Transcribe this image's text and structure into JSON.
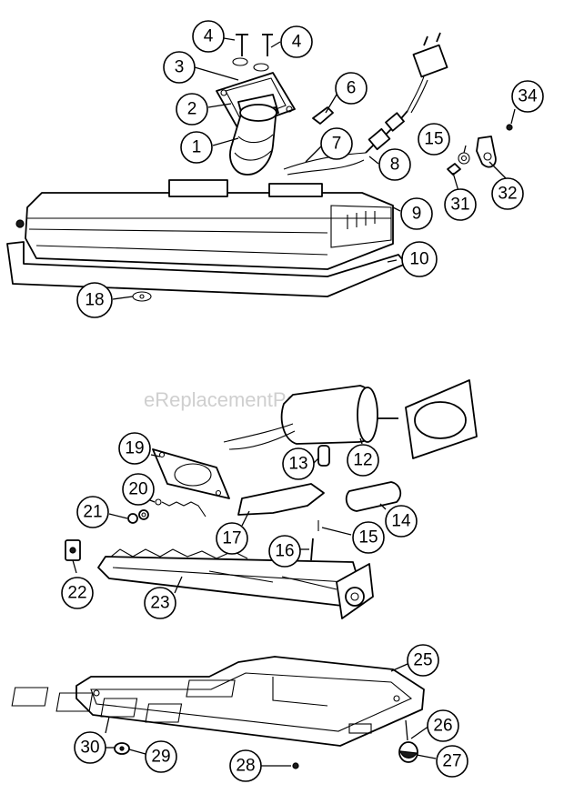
{
  "watermark": "eReplacementParts.com",
  "callouts": [
    "4",
    "4",
    "3",
    "2",
    "1",
    "6",
    "7",
    "8",
    "9",
    "10",
    "15",
    "31",
    "32",
    "34",
    "18",
    "19",
    "20",
    "21",
    "22",
    "23",
    "17",
    "16",
    "15",
    "14",
    "13",
    "12",
    "25",
    "26",
    "27",
    "28",
    "29",
    "30"
  ]
}
